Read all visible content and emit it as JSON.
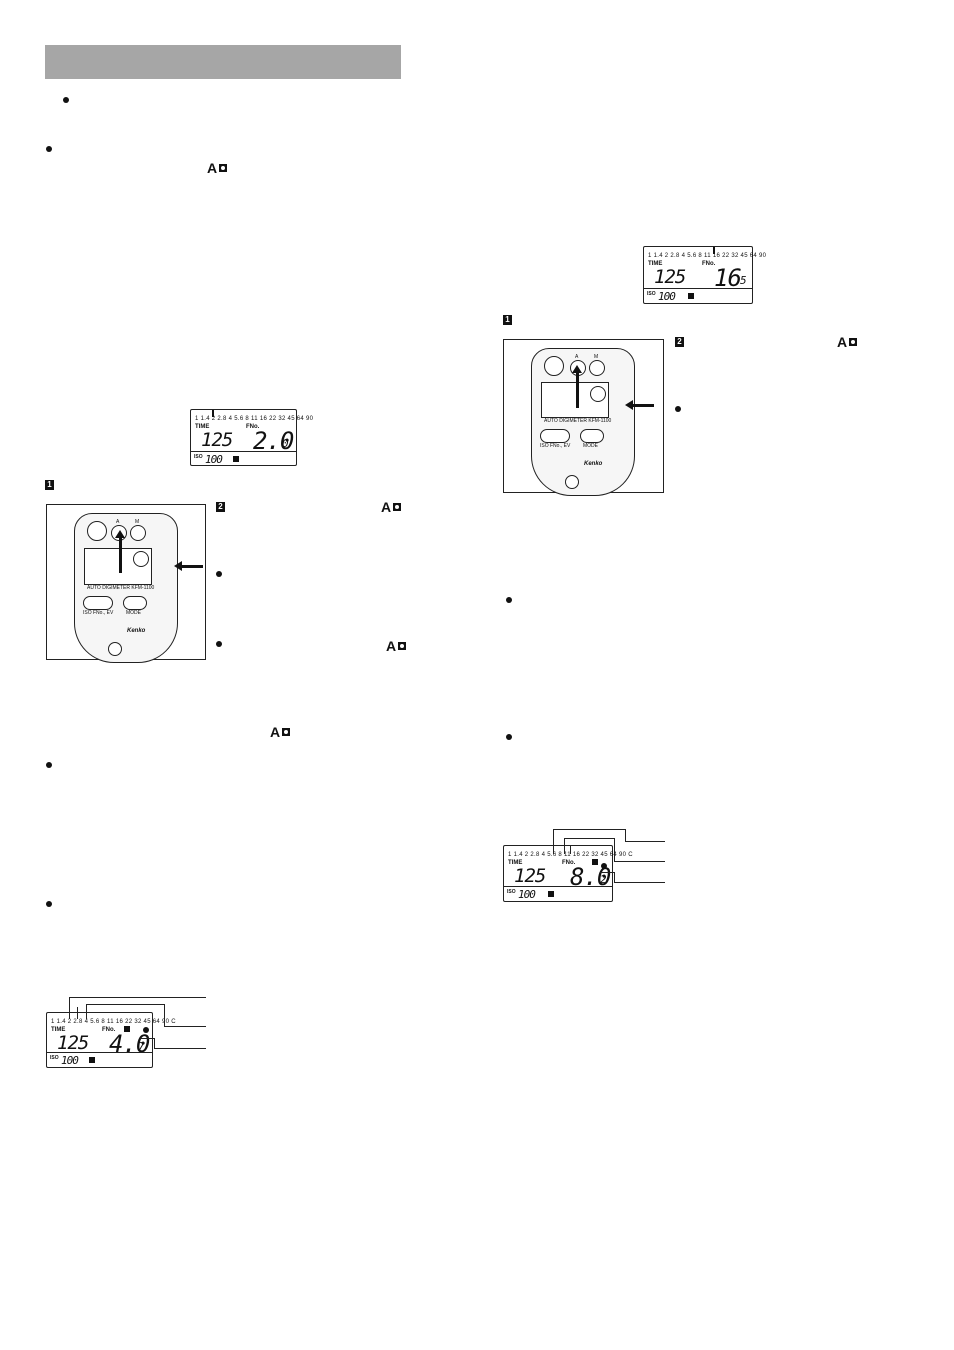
{
  "header": {
    "bar_color": "#a6a6a6"
  },
  "amark": {
    "letter": "A"
  },
  "steps": {
    "one": "1",
    "two": "2"
  },
  "lcd_scale": {
    "basic": "1  1.4  2  2.8  4  5.6  8  11  16  22  32  45  64  90",
    "extended": "1  1.4  2  2.8  4  5.6  8  11  16  22  32  45  64  90 C"
  },
  "lcd_labels": {
    "time": "TIME",
    "fno": "FNo.",
    "iso": "ISO"
  },
  "lcd_left": {
    "time": "125",
    "fno": "2.0",
    "fno_tenth": "0",
    "iso": "100"
  },
  "lcd_right": {
    "time": "125",
    "fno": "16",
    "fno_tenth": "5",
    "iso": "100"
  },
  "lcd_left_bottom": {
    "time": "125",
    "fno": "4.0",
    "fno_tenth": "7",
    "iso": "100"
  },
  "lcd_right_bottom": {
    "time": "125",
    "fno": "8.0",
    "fno_tenth": "2",
    "iso": "100"
  },
  "meter": {
    "top_buttons": {
      "auto": "A",
      "manual": "M"
    },
    "model": "AUTO DIGIMETER KFM-1100",
    "bottom_left": "ISO  FNo., EV",
    "bottom_right": "MODE",
    "brand": "Kenko"
  }
}
